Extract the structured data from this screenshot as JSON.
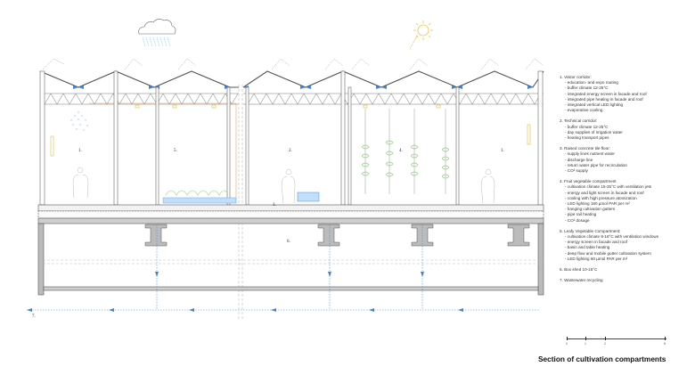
{
  "zone_labels": {
    "visitor_left": "1.",
    "leafy": "5.",
    "technical": "2.",
    "floor": "3.",
    "fruit": "4.",
    "visitor_right": "1.",
    "box_shed": "6.",
    "wastewater": "7."
  },
  "legend": [
    {
      "head": "1.   Visitor corridor:",
      "items": [
        "- education- and expo routing",
        "- buffer climate 12-25°C",
        "- integrated energy screen in facade and roof",
        "- integrated pipe heating in facade and roof",
        "- integrated vertical LED lighting",
        "- evaporative cooling"
      ]
    },
    {
      "head": "2.   Technical corridor:",
      "items": [
        "- buffer climate 12-25°C",
        "- day supplies of irrigation water",
        "- heating transport pipes"
      ]
    },
    {
      "head": "3.   Raised concrete tile floor:",
      "items": [
        "- supply lines nutrient water",
        "- discharge line",
        "- return water pipe for recirculation",
        "- CO² supply"
      ]
    },
    {
      "head": "4.   Fruit vegetable compartment",
      "items": [
        "- cultivation climate 15-25°C with ventilation jets",
        "- energy and light screen in facade and roof",
        "- cooling with high pressure atomization",
        "- LED lighting 180 µmol PAR per m²",
        "- hanging cultivation gutters",
        "- pipe rail heating",
        "- CO² dosage"
      ]
    },
    {
      "head": "5.   Leafy Vegetable Compartment:",
      "items": [
        "- cultivation climate 8-18°C with ventilation windows",
        "- energy screen in facade and roof",
        "- basin and table heating",
        "- deep flow and mobile gutter cultivation system",
        "- LED lighting 60 µmol PAR per m²"
      ]
    },
    {
      "head": "6.   Box shed 10-15°C",
      "items": []
    },
    {
      "head": "7.   Wastewater recycling",
      "items": []
    }
  ],
  "scale_bar": {
    "labels": [
      "0",
      "1",
      "2",
      "5"
    ]
  },
  "title": "Section of cultivation compartments",
  "colors": {
    "water": "#4a8fe0",
    "heat": "#f0a060",
    "light": "#e8d060",
    "plant": "#8fcf7f",
    "structure": "#555555"
  }
}
